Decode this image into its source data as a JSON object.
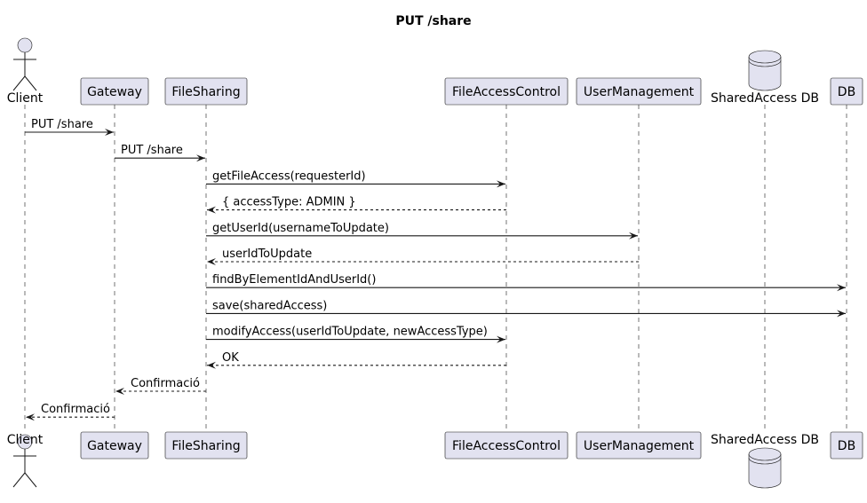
{
  "diagram": {
    "title": "PUT /share",
    "colors": {
      "box_fill": "#E2E2F0",
      "line": "#181818",
      "background": "#FFFFFF"
    },
    "participants": [
      {
        "id": "client",
        "label": "Client",
        "shape": "actor"
      },
      {
        "id": "gateway",
        "label": "Gateway",
        "shape": "box"
      },
      {
        "id": "filesharing",
        "label": "FileSharing",
        "shape": "box"
      },
      {
        "id": "fileaccesscontrol",
        "label": "FileAccessControl",
        "shape": "box"
      },
      {
        "id": "usermanagement",
        "label": "UserManagement",
        "shape": "box"
      },
      {
        "id": "sharedaccessdb",
        "label": "SharedAccess DB",
        "shape": "database"
      },
      {
        "id": "db",
        "label": "DB",
        "shape": "box"
      }
    ],
    "messages": [
      {
        "from": "client",
        "to": "gateway",
        "label": "PUT /share",
        "style": "solid"
      },
      {
        "from": "gateway",
        "to": "filesharing",
        "label": "PUT /share",
        "style": "solid"
      },
      {
        "from": "filesharing",
        "to": "fileaccesscontrol",
        "label": "getFileAccess(requesterId)",
        "style": "solid"
      },
      {
        "from": "fileaccesscontrol",
        "to": "filesharing",
        "label": "{ accessType: ADMIN }",
        "style": "dashed"
      },
      {
        "from": "filesharing",
        "to": "usermanagement",
        "label": "getUserId(usernameToUpdate)",
        "style": "solid"
      },
      {
        "from": "usermanagement",
        "to": "filesharing",
        "label": "userIdToUpdate",
        "style": "dashed"
      },
      {
        "from": "filesharing",
        "to": "db",
        "label": "findByElementIdAndUserId()",
        "style": "solid"
      },
      {
        "from": "filesharing",
        "to": "db",
        "label": "save(sharedAccess)",
        "style": "solid"
      },
      {
        "from": "filesharing",
        "to": "fileaccesscontrol",
        "label": "modifyAccess(userIdToUpdate, newAccessType)",
        "style": "solid"
      },
      {
        "from": "fileaccesscontrol",
        "to": "filesharing",
        "label": "OK",
        "style": "dashed"
      },
      {
        "from": "filesharing",
        "to": "gateway",
        "label": "Confirmació",
        "style": "dashed"
      },
      {
        "from": "gateway",
        "to": "client",
        "label": "Confirmació",
        "style": "dashed"
      }
    ]
  }
}
